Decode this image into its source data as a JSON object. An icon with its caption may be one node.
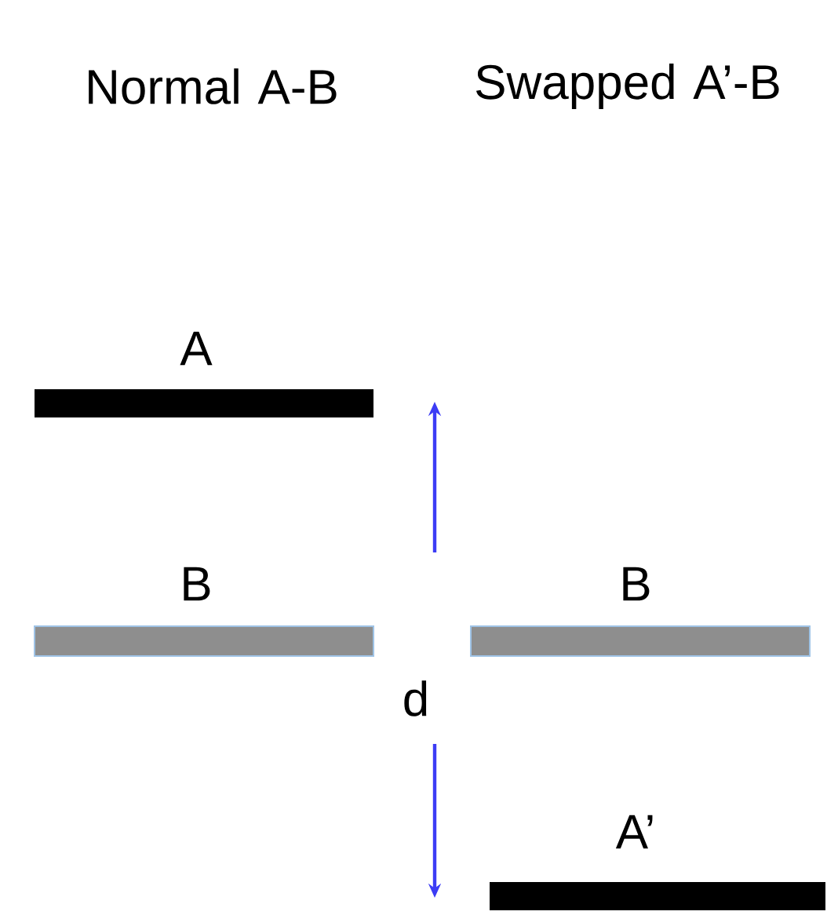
{
  "diagram": {
    "nodes": [
      {
        "text": [
          "A"
        ]
      },
      {
        "text": [
          "B"
        ]
      },
      {
        "text": [
          "B"
        ]
      },
      {
        "text": [
          "A’"
        ]
      }
    ],
    "labels": [
      "Normal A-B",
      "Swapped A’-B",
      "d"
    ]
  }
}
